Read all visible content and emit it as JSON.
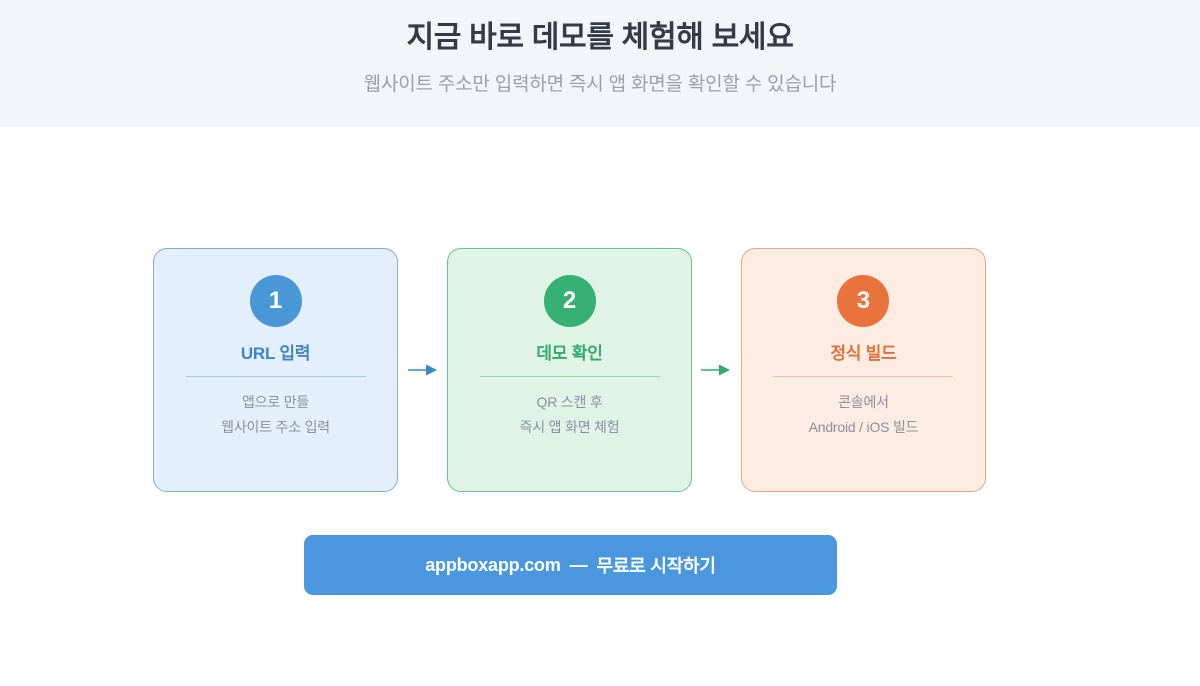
{
  "header": {
    "title": "지금 바로 데모를 체험해 보세요",
    "subtitle": "웹사이트 주소만 입력하면 즉시 앱 화면을 확인할 수 있습니다",
    "background_color": "#f4f5f9",
    "title_color": "#343a48",
    "subtitle_color": "#9a9fae"
  },
  "flow": {
    "steps": [
      {
        "number": "1",
        "title": "URL 입력",
        "desc_line1": "앱으로 만들",
        "desc_line2": "웹사이트 주소 입력",
        "accent_color": "#4a97d8",
        "card_background": "#e3effa",
        "card_border": "#7aafdd",
        "title_color": "#3f86c9"
      },
      {
        "number": "2",
        "title": "데모 확인",
        "desc_line1": "QR 스캔 후",
        "desc_line2": "즉시 앱 화면 체험",
        "accent_color": "#37b073",
        "card_background": "#dff3e7",
        "card_border": "#6cbf93",
        "title_color": "#35a96e"
      },
      {
        "number": "3",
        "title": "정식 빌드",
        "desc_line1": "콘솔에서",
        "desc_line2": "Android / iOS 빌드",
        "accent_color": "#e8733c",
        "card_background": "#fcece2",
        "card_border": "#e8a885",
        "title_color": "#e0713d"
      }
    ],
    "arrows": [
      {
        "icon": "arrow-right-icon",
        "color": "#3f86c9"
      },
      {
        "icon": "arrow-right-icon",
        "color": "#35a96e"
      }
    ]
  },
  "cta": {
    "domain_label": "appboxapp.com",
    "separator": "—",
    "action_label": "무료로 시작하기",
    "background_color": "#4a97dd",
    "text_color": "#ffffff"
  }
}
